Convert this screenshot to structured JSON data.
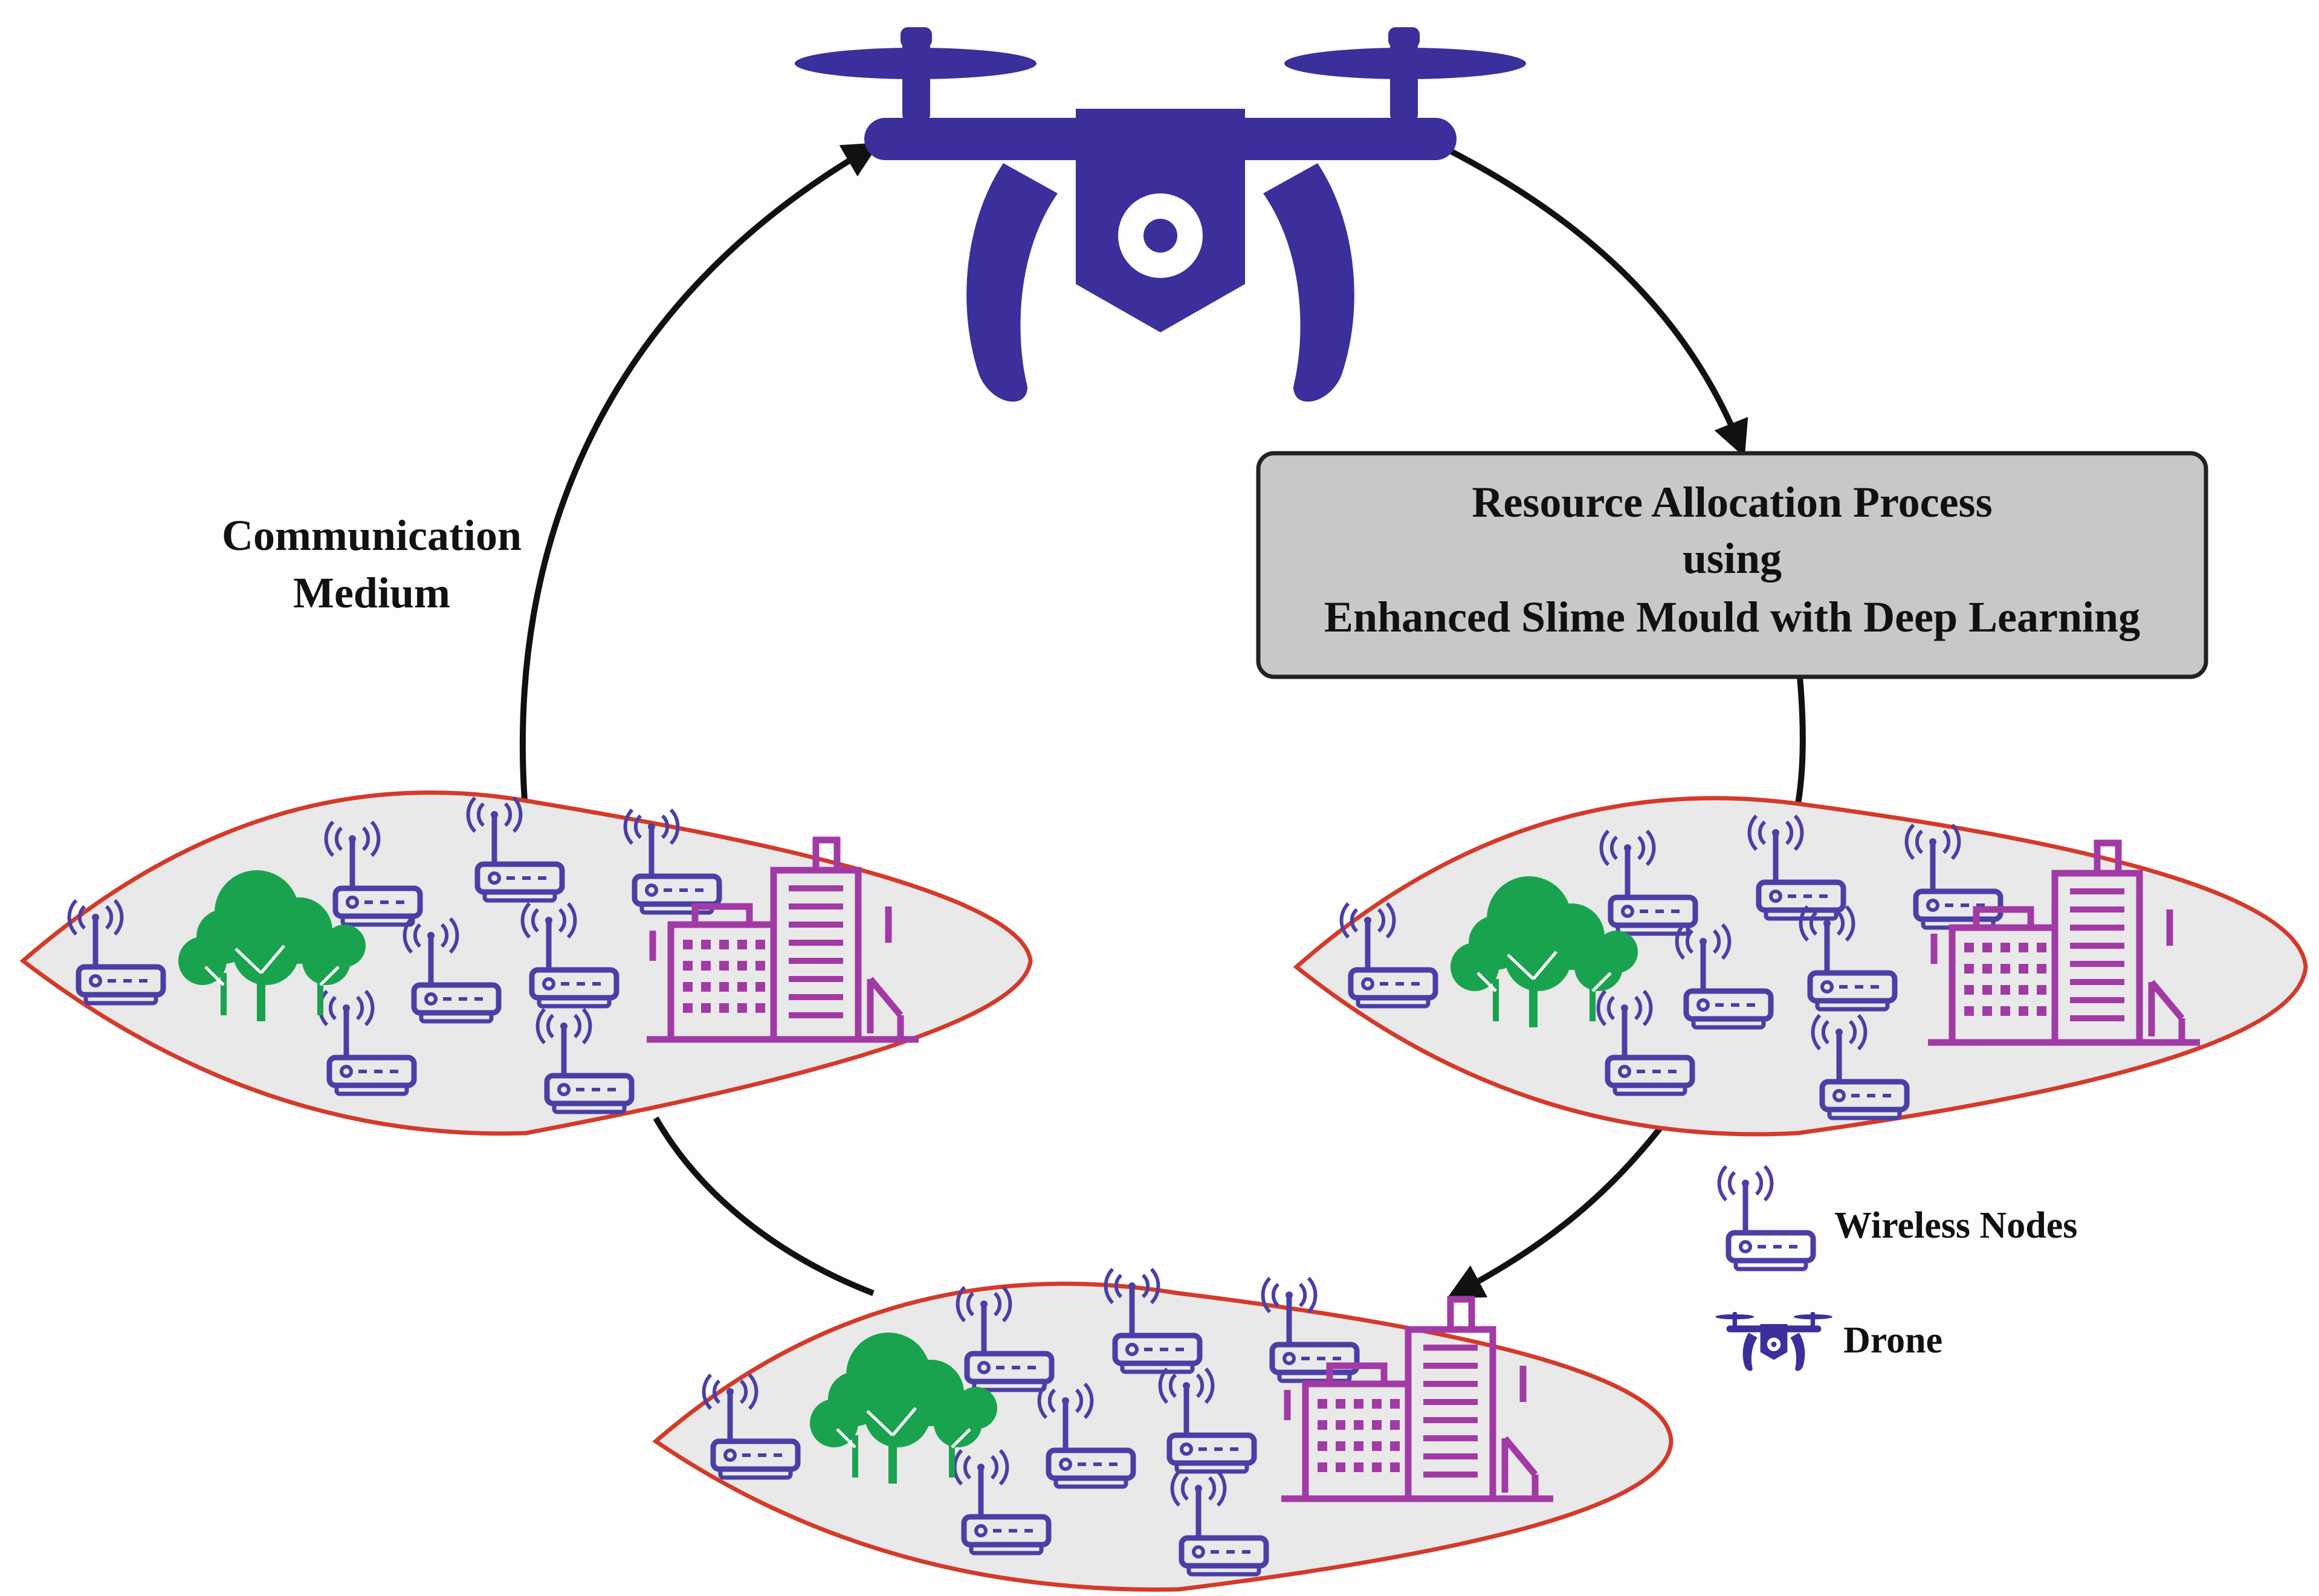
{
  "labels": {
    "communication_line1": "Communication",
    "communication_line2": "Medium",
    "box_line1": "Resource Allocation Process",
    "box_line2": "using",
    "box_line3": "Enhanced Slime Mould with Deep Learning"
  },
  "legend": {
    "wireless_nodes": "Wireless Nodes",
    "drone": "Drone"
  },
  "icons": {
    "drone": "drone-icon",
    "router": "wireless-router-icon",
    "tree": "tree-icon",
    "buildings": "city-buildings-icon"
  },
  "colors": {
    "drone": "#3b2f9c",
    "router": "#4a3fa6",
    "tree": "#1aa34f",
    "buildings": "#a23aa6",
    "region_fill": "#e9e9e9",
    "region_border": "#d43a2a",
    "box_fill": "#c8c8c8",
    "arrow": "#111111"
  }
}
